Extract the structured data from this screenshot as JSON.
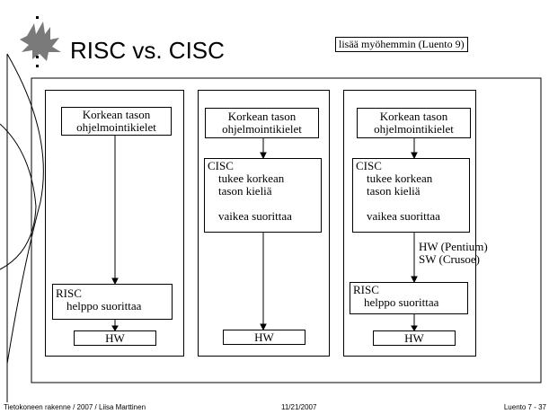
{
  "slide": {
    "title": "RISC vs. CISC",
    "note": "lisää myöhemmin (Luento 9)"
  },
  "panels": [
    {
      "top": [
        "Korkean tason",
        "ohjelmointikielet"
      ],
      "risc": [
        "RISC",
        "helppo suorittaa"
      ],
      "hw": "HW"
    },
    {
      "top": [
        "Korkean tason",
        "ohjelmointikielet"
      ],
      "cisc": [
        "CISC",
        "tukee korkean",
        "tason kieliä",
        "vaikea suorittaa"
      ],
      "hw": "HW"
    },
    {
      "top": [
        "Korkean tason",
        "ohjelmointikielet"
      ],
      "cisc": [
        "CISC",
        "tukee korkean",
        "tason kieliä",
        "vaikea suorittaa"
      ],
      "translation": [
        "HW (Pentium)",
        "SW (Crusoe)"
      ],
      "risc": [
        "RISC",
        "helppo suorittaa"
      ],
      "hw": "HW"
    }
  ],
  "footer": {
    "left": "Tietokoneen rakenne / 2007 / Liisa Marttinen",
    "center": "11/21/2007",
    "right": "Luento 7 - 37"
  },
  "colors": {
    "line": "#000000",
    "logo": "#7a7a7a",
    "background": "#ffffff"
  }
}
